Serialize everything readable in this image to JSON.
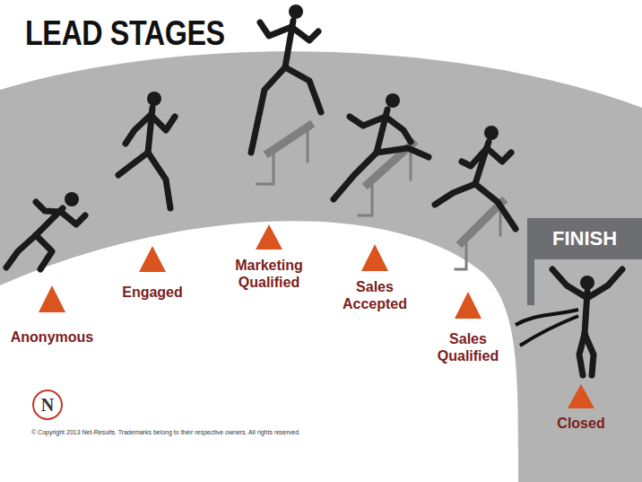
{
  "diagram": {
    "title": "LEAD STAGES",
    "nodes": [
      {
        "text": [
          "FINISH"
        ]
      },
      {
        "text": [
          "N"
        ]
      }
    ],
    "labels": [
      "Anonymous",
      "Engaged",
      "Marketing Qualified",
      "Sales Accepted",
      "Sales Qualified",
      "Closed",
      "© Copyright 2013 Net-Results. Trademarks belong to their respective owners. All rights reserved."
    ]
  }
}
